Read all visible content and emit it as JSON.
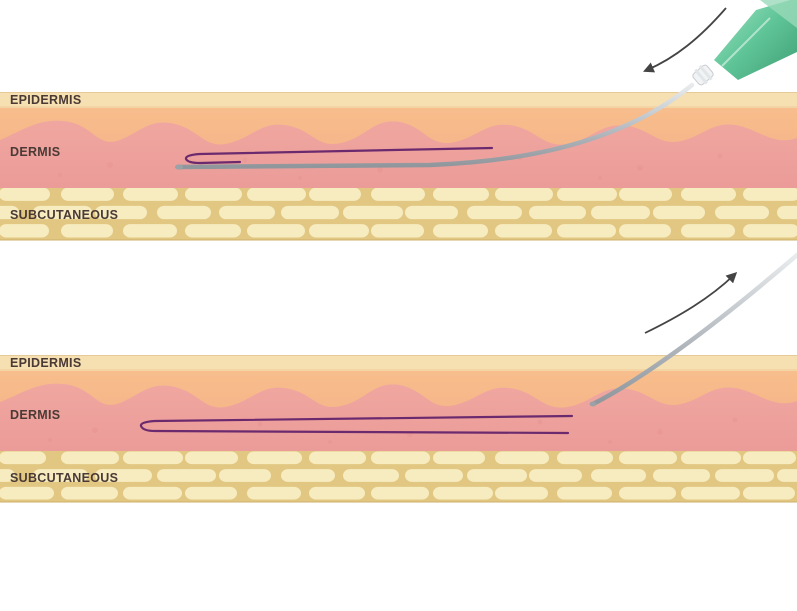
{
  "panels": [
    {
      "id": "insertion",
      "layers": {
        "epidermis": "EPIDERMIS",
        "dermis": "DERMIS",
        "subcutaneous": "SUBCUTANEOUS"
      },
      "arrow_direction": "down-left",
      "thread_state": "inside-needle"
    },
    {
      "id": "withdrawal",
      "layers": {
        "epidermis": "EPIDERMIS",
        "dermis": "DERMIS",
        "subcutaneous": "SUBCUTANEOUS"
      },
      "arrow_direction": "up-right",
      "thread_state": "left-in-dermis"
    }
  ],
  "icons": [
    "needle-icon",
    "syringe-hub-icon",
    "pdo-thread-icon",
    "direction-arrow-icon"
  ],
  "colors": {
    "epidermis": "#f6dfb0",
    "epidermis_line": "#e5c996",
    "dermis_upper": "#f7b888",
    "dermis_lower": "#eea39c",
    "fat_background": "#e2c782",
    "fat_cell": "#f6ecc0",
    "thread": "#6b2a6e",
    "needle": "#c4c9cd",
    "hub": "#5cbf95",
    "arrow": "#444444",
    "label": "#4a3a35"
  }
}
